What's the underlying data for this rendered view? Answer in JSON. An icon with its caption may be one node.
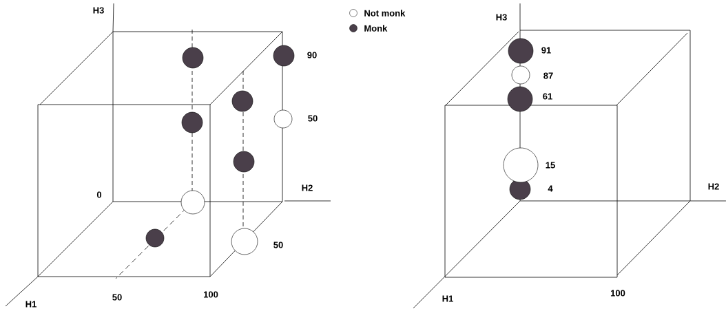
{
  "diagram": {
    "labels": [
      "H3",
      "90",
      "50",
      "0",
      "H2",
      "50",
      "50",
      "100",
      "H1",
      "H3",
      "91",
      "87",
      "61",
      "15",
      "H2",
      "4",
      "100",
      "H1"
    ],
    "legend": [
      {
        "text": "Not monk"
      },
      {
        "text": "Monk"
      }
    ]
  }
}
